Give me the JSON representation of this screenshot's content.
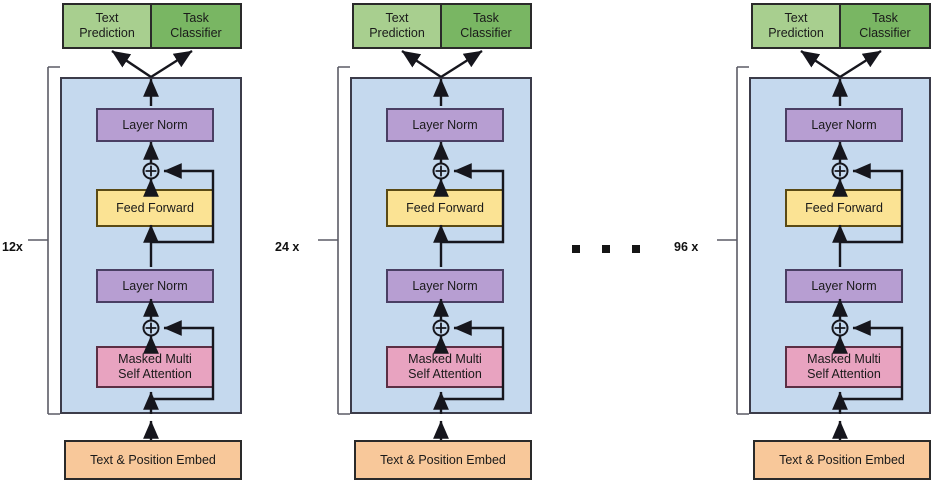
{
  "figure": {
    "type": "architecture-diagram",
    "description": "Transformer decoder stack with text prediction and task classifier heads, shown at three model scales"
  },
  "columns": [
    {
      "id": "col-12x",
      "repeat_label": "12x",
      "heads": [
        {
          "name": "text-prediction",
          "line1": "Text",
          "line2": "Prediction",
          "color": "#a8cf8f"
        },
        {
          "name": "task-classifier",
          "line1": "Task",
          "line2": "Classifier",
          "color": "#79b663"
        }
      ],
      "layers": [
        {
          "name": "layer-norm-top",
          "line1": "Layer Norm",
          "line2": "",
          "color": "#b79ed2"
        },
        {
          "name": "feed-forward",
          "line1": "Feed Forward",
          "line2": "",
          "color": "#fbe394"
        },
        {
          "name": "layer-norm-bottom",
          "line1": "Layer Norm",
          "line2": "",
          "color": "#b79ed2"
        },
        {
          "name": "masked-multi-self-attention",
          "line1": "Masked Multi",
          "line2": "Self Attention",
          "color": "#e8a3c0"
        }
      ],
      "embedding": {
        "name": "text-position-embed",
        "label": "Text & Position Embed",
        "color": "#f8c89a"
      }
    },
    {
      "id": "col-24x",
      "repeat_label": "24 x",
      "heads": [
        {
          "name": "text-prediction",
          "line1": "Text",
          "line2": "Prediction",
          "color": "#a8cf8f"
        },
        {
          "name": "task-classifier",
          "line1": "Task",
          "line2": "Classifier",
          "color": "#79b663"
        }
      ],
      "layers": [
        {
          "name": "layer-norm-top",
          "line1": "Layer Norm",
          "line2": "",
          "color": "#b79ed2"
        },
        {
          "name": "feed-forward",
          "line1": "Feed Forward",
          "line2": "",
          "color": "#fbe394"
        },
        {
          "name": "layer-norm-bottom",
          "line1": "Layer Norm",
          "line2": "",
          "color": "#b79ed2"
        },
        {
          "name": "masked-multi-self-attention",
          "line1": "Masked Multi",
          "line2": "Self Attention",
          "color": "#e8a3c0"
        }
      ],
      "embedding": {
        "name": "text-position-embed",
        "label": "Text & Position Embed",
        "color": "#f8c89a"
      }
    },
    {
      "id": "col-96x",
      "repeat_label": "96 x",
      "heads": [
        {
          "name": "text-prediction",
          "line1": "Text",
          "line2": "Prediction",
          "color": "#a8cf8f"
        },
        {
          "name": "task-classifier",
          "line1": "Task",
          "line2": "Classifier",
          "color": "#79b663"
        }
      ],
      "layers": [
        {
          "name": "layer-norm-top",
          "line1": "Layer Norm",
          "line2": "",
          "color": "#b79ed2"
        },
        {
          "name": "feed-forward",
          "line1": "Feed Forward",
          "line2": "",
          "color": "#fbe394"
        },
        {
          "name": "layer-norm-bottom",
          "line1": "Layer Norm",
          "line2": "",
          "color": "#b79ed2"
        },
        {
          "name": "masked-multi-self-attention",
          "line1": "Masked Multi",
          "line2": "Self Attention",
          "color": "#e8a3c0"
        }
      ],
      "embedding": {
        "name": "text-position-embed",
        "label": "Text & Position Embed",
        "color": "#f8c89a"
      }
    }
  ],
  "ellipsis": {
    "name": "ellipsis-dots",
    "count": 3,
    "glyph": "square"
  },
  "residual_symbol": {
    "name": "add-operator",
    "glyph": "+"
  },
  "palette": {
    "block_background": "#c5d9ee",
    "block_border": "#3c3c4a",
    "layer_norm": "#b79ed2",
    "feed_forward": "#fbe394",
    "attention": "#e8a3c0",
    "embedding": "#f8c89a",
    "head_light_green": "#a8cf8f",
    "head_dark_green": "#79b663",
    "wire": "#16161d",
    "bracket": "#5b5b66",
    "page_background": "#ffffff"
  }
}
